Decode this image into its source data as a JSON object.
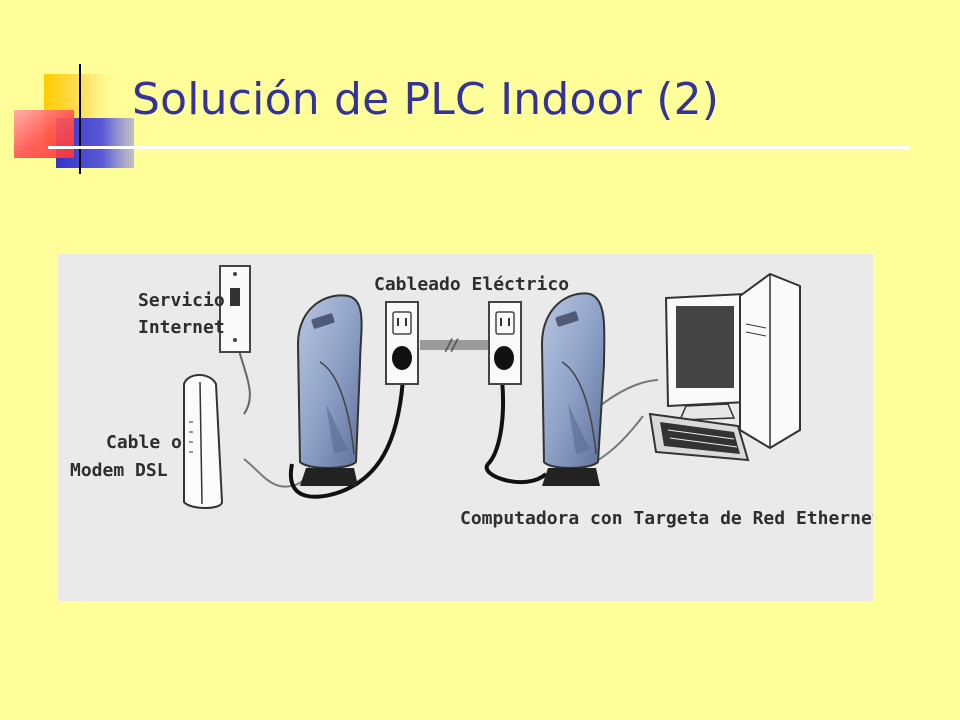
{
  "slide": {
    "title": "Solución de PLC Indoor (2)",
    "colors": {
      "background": "#FFFF99",
      "title": "#333399",
      "rule": "#FFFFFF",
      "deco_yellow": "#FFCC00",
      "deco_blue": "#3333CC",
      "deco_red": "#FF3333",
      "diagram_background": "#EAEAEA",
      "device_blue": "#8FA2C8"
    }
  },
  "diagram": {
    "labels": {
      "internet_service_line1": "Servicio",
      "internet_service_line2": "Internet",
      "modem_line1": "Cable o",
      "modem_line2": "Modem DSL",
      "electrical_wiring": "Cableado Eléctrico",
      "computer": "Computadora con Targeta de Red Ethernet"
    },
    "icons": [
      "wall-jack-icon",
      "cable-modem-icon",
      "plc-adapter-icon",
      "power-outlet-icon",
      "monitor-icon",
      "pc-tower-icon",
      "keyboard-icon"
    ]
  }
}
